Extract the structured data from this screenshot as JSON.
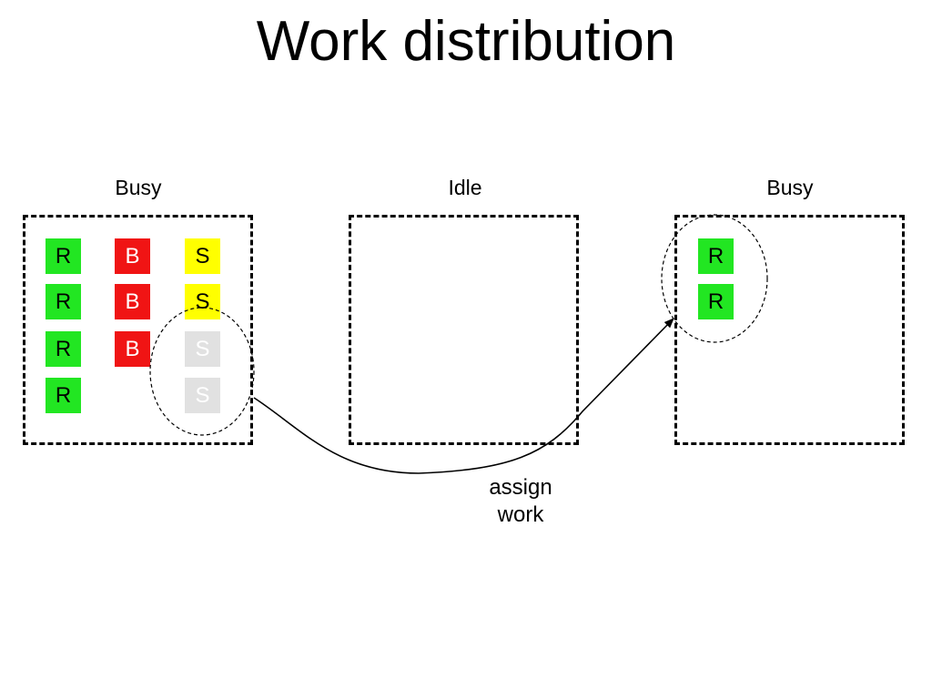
{
  "title": "Work distribution",
  "panels": [
    {
      "label": "Busy",
      "tasks": [
        {
          "text": "R",
          "type": "R"
        },
        {
          "text": "R",
          "type": "R"
        },
        {
          "text": "R",
          "type": "R"
        },
        {
          "text": "R",
          "type": "R"
        },
        {
          "text": "B",
          "type": "B"
        },
        {
          "text": "B",
          "type": "B"
        },
        {
          "text": "B",
          "type": "B"
        },
        {
          "text": "S",
          "type": "S"
        },
        {
          "text": "S",
          "type": "S"
        },
        {
          "text": "S",
          "type": "ghost"
        },
        {
          "text": "S",
          "type": "ghost"
        }
      ]
    },
    {
      "label": "Idle",
      "tasks": []
    },
    {
      "label": "Busy",
      "tasks": [
        {
          "text": "R",
          "type": "R"
        },
        {
          "text": "R",
          "type": "R"
        }
      ]
    }
  ],
  "arrow": {
    "label_line1": "assign",
    "label_line2": "work"
  },
  "colors": {
    "R": "#22e622",
    "B": "#f01414",
    "S": "#ffff00",
    "ghost": "#e1e1e1"
  }
}
